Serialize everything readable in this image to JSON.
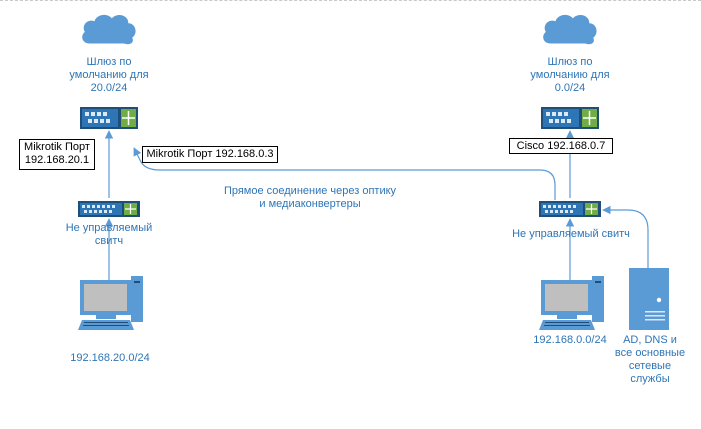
{
  "left": {
    "gateway_label": "Шлюз по умолчанию для 20.0/24",
    "router_port_box": "Mikrotik Порт 192.168.20.1",
    "switch_label": "Не управляемый свитч",
    "subnet_label": "192.168.20.0/24"
  },
  "middle": {
    "mikrotik_port_box": "Mikrotik Порт 192.168.0.3",
    "link_label": "Прямое соединение через оптику и медиаконвертеры"
  },
  "right": {
    "gateway_label": "Шлюз по умолчанию для 0.0/24",
    "router_port_box": "Cisco 192.168.0.7",
    "switch_label": "Не управляемый свитч",
    "subnet_label": "192.168.0.0/24",
    "server_label": "AD, DNS и все основные сетевые службы"
  },
  "colors": {
    "accent": "#5b9bd5",
    "label_text": "#2e75b6",
    "device_dark": "#1f4e79"
  }
}
